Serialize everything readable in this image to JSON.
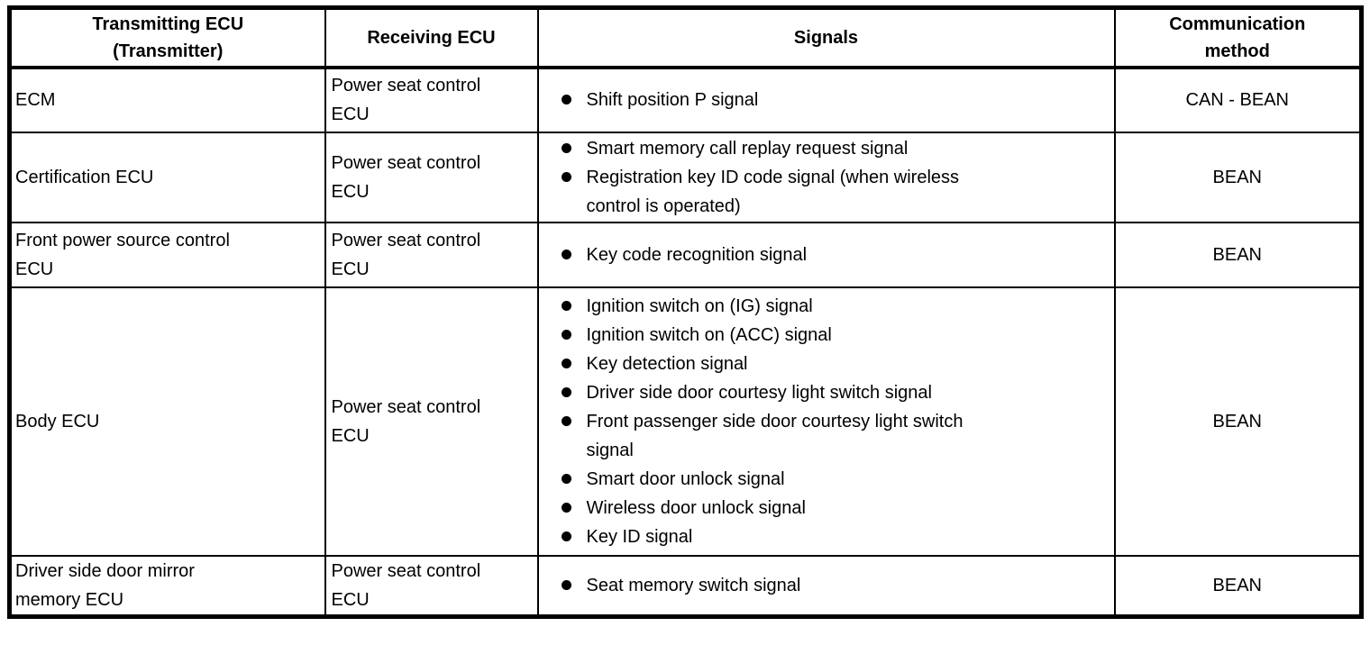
{
  "table": {
    "headers": {
      "transmitter": "Transmitting ECU\n(Transmitter)",
      "receiver": "Receiving ECU",
      "signals": "Signals",
      "method": "Communication\nmethod"
    },
    "rows": [
      {
        "transmitter": "ECM",
        "receiver": "Power seat control\nECU",
        "signals": [
          "Shift position P signal"
        ],
        "method": "CAN - BEAN"
      },
      {
        "transmitter": "Certification ECU",
        "receiver": "Power seat control\nECU",
        "signals": [
          "Smart memory call replay request signal",
          "Registration key ID code signal (when wireless\ncontrol is operated)"
        ],
        "method": "BEAN"
      },
      {
        "transmitter": "Front power source control\nECU",
        "receiver": "Power seat control\nECU",
        "signals": [
          "Key code recognition signal"
        ],
        "method": "BEAN"
      },
      {
        "transmitter": "Body ECU",
        "receiver": "Power seat control\nECU",
        "signals": [
          "Ignition switch on (IG) signal",
          "Ignition switch on (ACC) signal",
          "Key detection signal",
          "Driver side door courtesy light switch signal",
          "Front passenger side door courtesy light switch\nsignal",
          "Smart door unlock signal",
          "Wireless door unlock signal",
          "Key ID signal"
        ],
        "method": "BEAN"
      },
      {
        "transmitter": "Driver side door mirror\nmemory ECU",
        "receiver": "Power seat control\nECU",
        "signals": [
          "Seat memory switch signal"
        ],
        "method": "BEAN"
      }
    ],
    "colors": {
      "border": "#000000",
      "text": "#000000",
      "background": "#ffffff"
    }
  }
}
